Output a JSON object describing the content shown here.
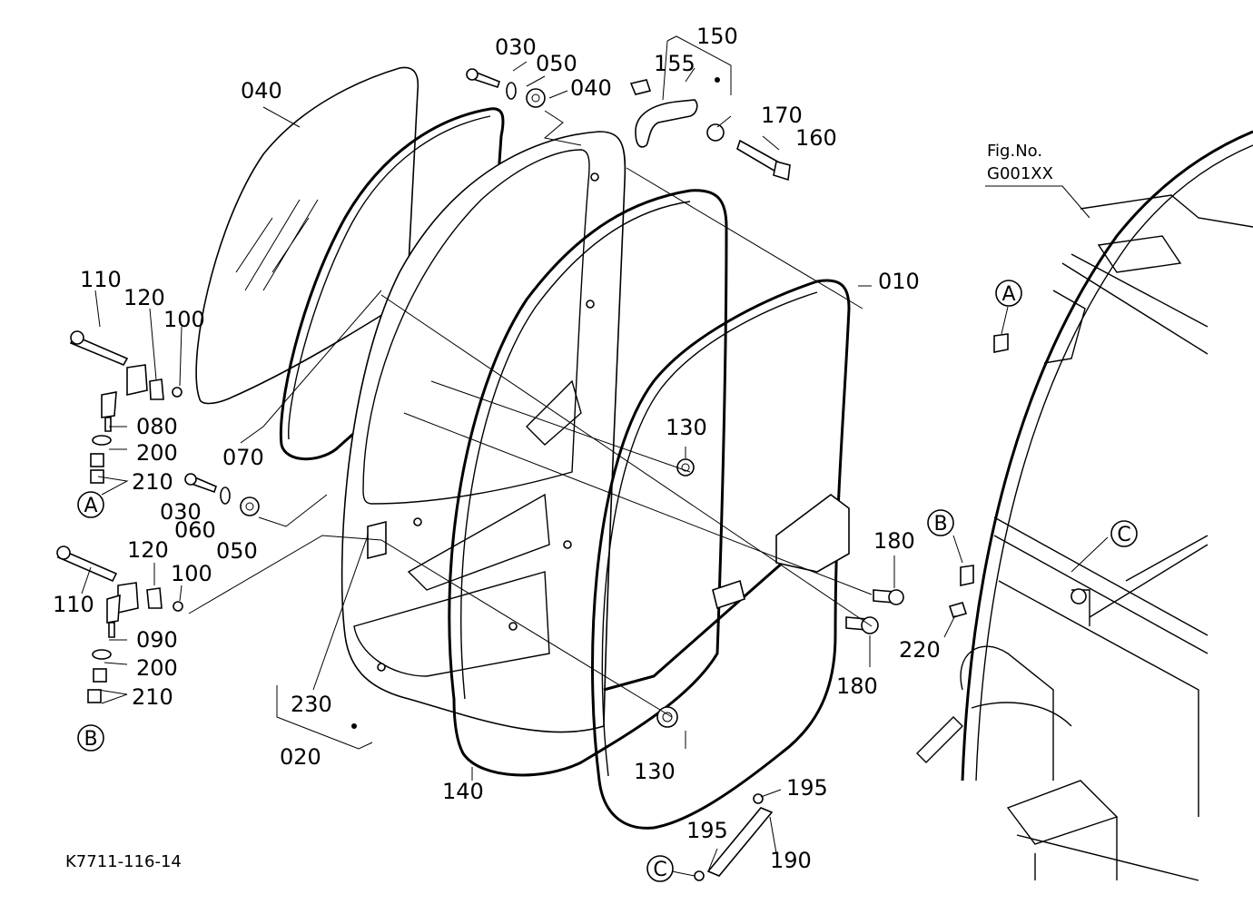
{
  "figure_code": "K7711-116-14",
  "reference": {
    "line1": "Fig.No.",
    "line2": "G001XX"
  },
  "part_labels": [
    {
      "id": "p010",
      "text": "010"
    },
    {
      "id": "p020",
      "text": "020"
    },
    {
      "id": "p030a",
      "text": "030"
    },
    {
      "id": "p030b",
      "text": "030"
    },
    {
      "id": "p040a",
      "text": "040"
    },
    {
      "id": "p040b",
      "text": "040"
    },
    {
      "id": "p050a",
      "text": "050"
    },
    {
      "id": "p050b",
      "text": "050"
    },
    {
      "id": "p060",
      "text": "060"
    },
    {
      "id": "p070",
      "text": "070"
    },
    {
      "id": "p080",
      "text": "080"
    },
    {
      "id": "p090",
      "text": "090"
    },
    {
      "id": "p100a",
      "text": "100"
    },
    {
      "id": "p100b",
      "text": "100"
    },
    {
      "id": "p110a",
      "text": "110"
    },
    {
      "id": "p110b",
      "text": "110"
    },
    {
      "id": "p120a",
      "text": "120"
    },
    {
      "id": "p120b",
      "text": "120"
    },
    {
      "id": "p130a",
      "text": "130"
    },
    {
      "id": "p130b",
      "text": "130"
    },
    {
      "id": "p140",
      "text": "140"
    },
    {
      "id": "p150",
      "text": "150"
    },
    {
      "id": "p155",
      "text": "155"
    },
    {
      "id": "p160",
      "text": "160"
    },
    {
      "id": "p170",
      "text": "170"
    },
    {
      "id": "p180a",
      "text": "180"
    },
    {
      "id": "p180b",
      "text": "180"
    },
    {
      "id": "p190",
      "text": "190"
    },
    {
      "id": "p195a",
      "text": "195"
    },
    {
      "id": "p195b",
      "text": "195"
    },
    {
      "id": "p200a",
      "text": "200"
    },
    {
      "id": "p200b",
      "text": "200"
    },
    {
      "id": "p210a",
      "text": "210"
    },
    {
      "id": "p210b",
      "text": "210"
    },
    {
      "id": "p220",
      "text": "220"
    },
    {
      "id": "p230",
      "text": "230"
    }
  ],
  "ref_markers": [
    {
      "id": "A1",
      "text": "A"
    },
    {
      "id": "A2",
      "text": "A"
    },
    {
      "id": "B1",
      "text": "B"
    },
    {
      "id": "B2",
      "text": "B"
    },
    {
      "id": "C1",
      "text": "C"
    },
    {
      "id": "C2",
      "text": "C"
    }
  ]
}
